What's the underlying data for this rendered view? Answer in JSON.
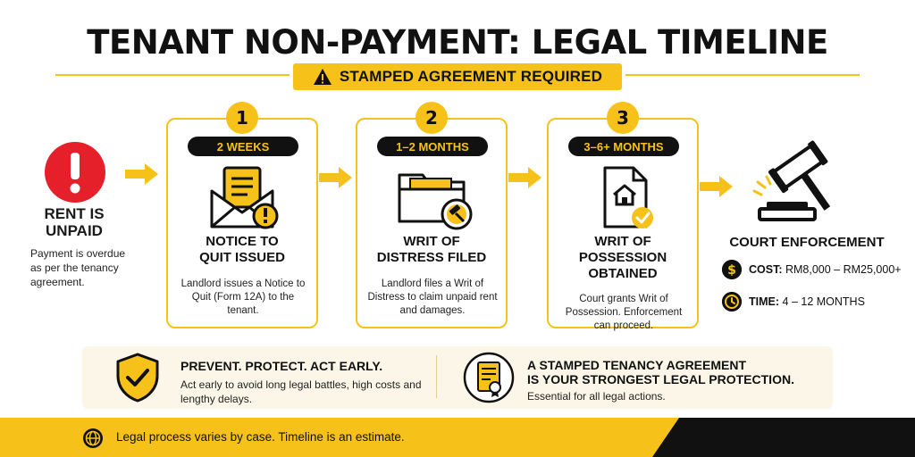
{
  "title": "TENANT NON-PAYMENT: LEGAL TIMELINE",
  "banner": "STAMPED AGREEMENT REQUIRED",
  "rent": {
    "title_line1": "RENT IS",
    "title_line2": "UNPAID",
    "desc": "Payment is overdue as per the tenancy agreement."
  },
  "steps": [
    {
      "number": "1",
      "duration": "2 WEEKS",
      "title_line1": "NOTICE TO",
      "title_line2": "QUIT ISSUED",
      "desc": "Landlord issues a Notice to Quit (Form 12A) to the tenant."
    },
    {
      "number": "2",
      "duration": "1–2 MONTHS",
      "title_line1": "WRIT OF",
      "title_line2": "DISTRESS FILED",
      "desc": "Landlord files a Writ of Distress to claim unpaid rent and damages."
    },
    {
      "number": "3",
      "duration": "3–6+ MONTHS",
      "title_line1": "WRIT OF",
      "title_line2": "POSSESSION",
      "title_line3": "OBTAINED",
      "desc": "Court grants Writ of Possession. Enforcement can proceed."
    }
  ],
  "court": {
    "title": "COURT ENFORCEMENT",
    "cost_label": "COST:",
    "cost_value": "RM8,000 – RM25,000+",
    "time_label": "TIME:",
    "time_value": "4 – 12 MONTHS"
  },
  "bottom": {
    "left_title": "PREVENT. PROTECT. ACT EARLY.",
    "left_desc": "Act early to avoid long legal battles, high costs and lengthy delays.",
    "right_title_line1": "A STAMPED TENANCY AGREEMENT",
    "right_title_line2": "IS YOUR STRONGEST LEGAL PROTECTION.",
    "right_desc": "Essential for all legal actions."
  },
  "footer": "Legal process varies by case. Timeline is an estimate.",
  "colors": {
    "accent": "#f6c21a",
    "dark": "#111111",
    "alert": "#e5202a"
  },
  "icons": [
    "warning-icon",
    "exclamation-icon",
    "envelope-icon",
    "folder-gavel-icon",
    "house-document-icon",
    "gavel-icon",
    "dollar-icon",
    "clock-icon",
    "shield-check-icon",
    "certificate-icon",
    "globe-icon"
  ]
}
